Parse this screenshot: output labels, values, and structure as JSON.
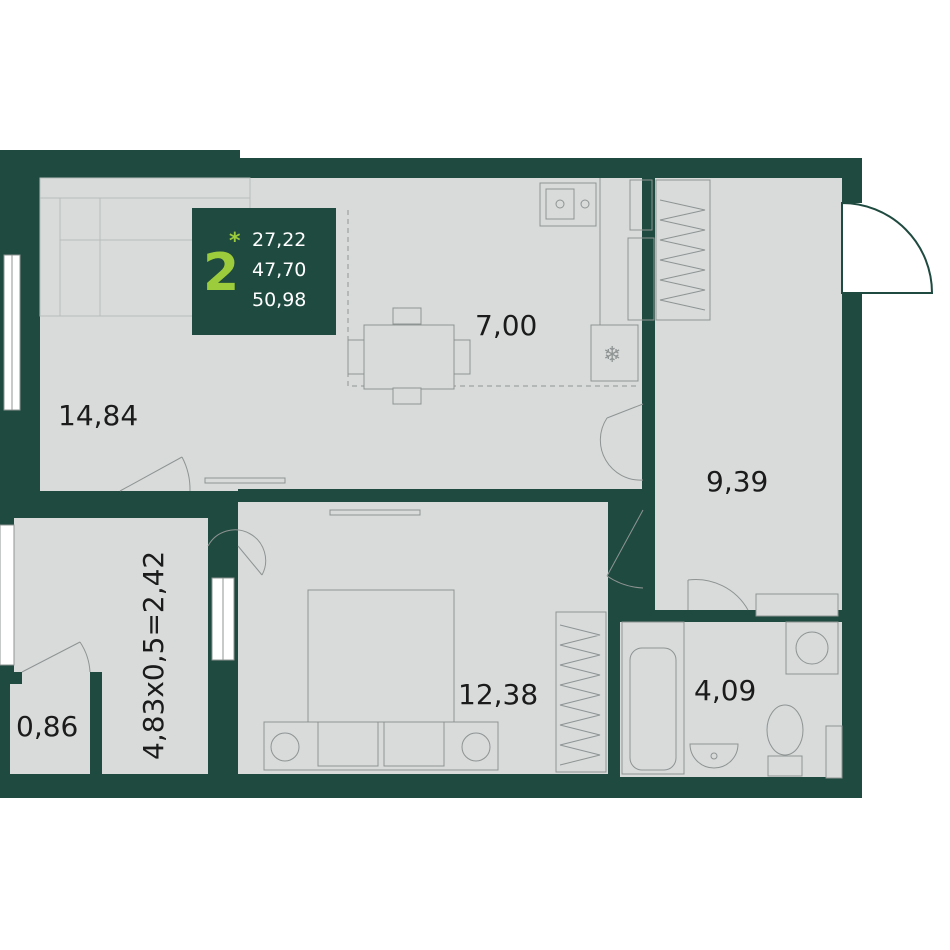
{
  "colors": {
    "wall": "#1f4a3f",
    "floor": "#d9dbdb",
    "outside": "#ffffff",
    "line": "#8e9493",
    "accent": "#9ccc3c"
  },
  "badge": {
    "rooms": "2",
    "marker": "*",
    "areas": [
      "27,22",
      "47,70",
      "50,98"
    ]
  },
  "rooms": {
    "living": "14,84",
    "kitchen": "7,00",
    "hall": "9,39",
    "bedroom": "12,38",
    "bathroom": "4,09",
    "balcony": "4,83x0,5=2,42",
    "storage": "0,86"
  }
}
